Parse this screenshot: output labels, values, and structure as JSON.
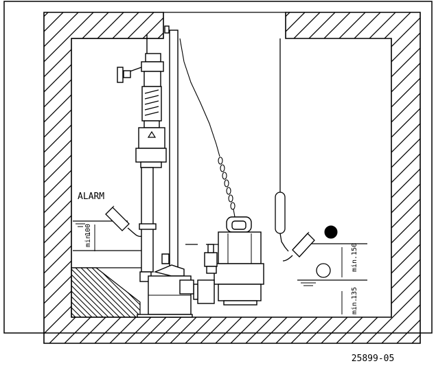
{
  "labels": {
    "alarm": "ALARM",
    "min_left": "min.",
    "dim_left": "100",
    "min_right_top": "min.",
    "dim_right_top": "150",
    "min_right_bottom": "min.",
    "dim_right_bottom": "135",
    "drawing_number": "25899-05"
  }
}
